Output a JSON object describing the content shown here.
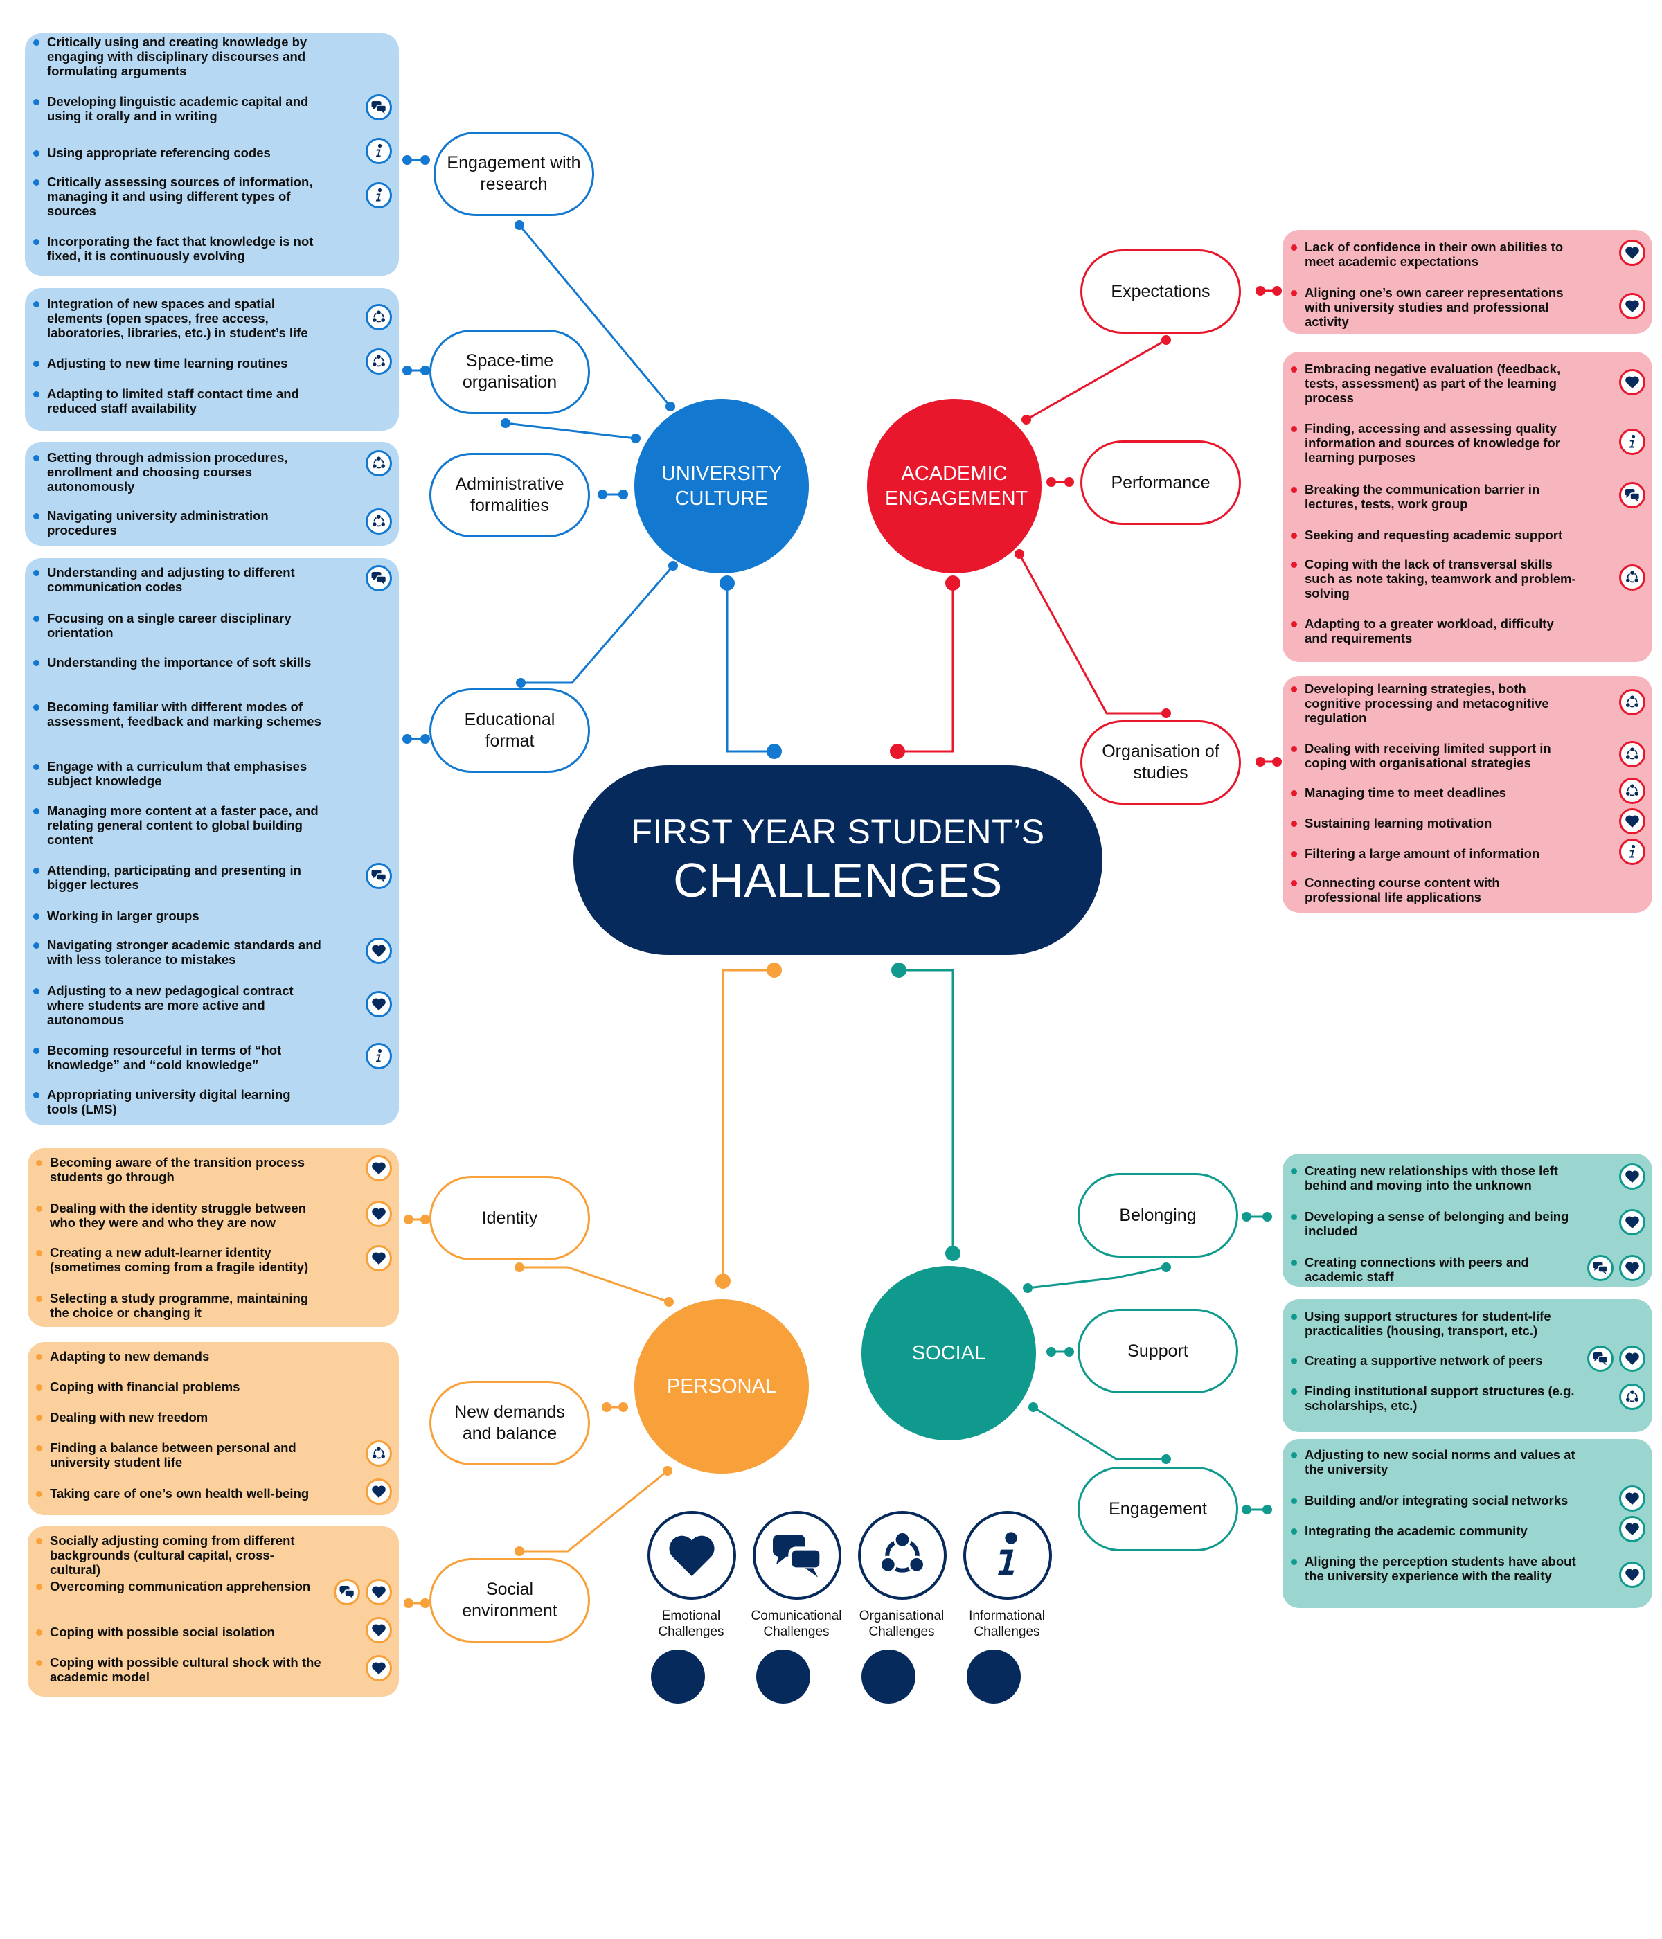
{
  "title": {
    "line1": "FIRST YEAR STUDENT’S",
    "line2": "CHALLENGES"
  },
  "colors": {
    "navy": "#062a5c",
    "university": "#1278d0",
    "university_panel": "#b6d8f2",
    "academic": "#e8172c",
    "academic_panel": "#f7b6bd",
    "personal": "#f8a03a",
    "personal_panel": "#fbd09c",
    "social": "#109a8e",
    "social_panel": "#9ad6cf"
  },
  "categories": {
    "university": {
      "label": "UNIVERSITY CULTURE",
      "subtopics": [
        {
          "label": "Engagement with research",
          "items": [
            {
              "text": "Critically using and creating knowledge by engaging with disciplinary discourses and formulating arguments",
              "icons": []
            },
            {
              "text": "Developing linguistic academic capital and using it orally and in writing",
              "icons": [
                "communicational-icon"
              ]
            },
            {
              "text": "Using appropriate referencing codes",
              "icons": [
                "informational-icon"
              ]
            },
            {
              "text": "Critically assessing sources of information, managing it and using different types of sources",
              "icons": [
                "informational-icon"
              ]
            },
            {
              "text": "Incorporating the fact that knowledge is not fixed, it is continuously evolving",
              "icons": []
            }
          ]
        },
        {
          "label": "Space-time organisation",
          "items": [
            {
              "text": "Integration of new spaces and spatial elements (open spaces, free access, laboratories, libraries, etc.) in student’s life",
              "icons": [
                "organisational-icon"
              ]
            },
            {
              "text": "Adjusting to new time learning routines",
              "icons": [
                "organisational-icon"
              ]
            },
            {
              "text": "Adapting to limited staff contact time and reduced staff availability",
              "icons": []
            }
          ]
        },
        {
          "label": "Administrative formalities",
          "items": [
            {
              "text": "Getting through admission procedures, enrollment and choosing courses autonomously",
              "icons": [
                "organisational-icon"
              ]
            },
            {
              "text": "Navigating university administration procedures",
              "icons": [
                "organisational-icon"
              ]
            }
          ]
        },
        {
          "label": "Educational format",
          "items": [
            {
              "text": "Understanding and adjusting to different communication codes",
              "icons": [
                "communicational-icon"
              ]
            },
            {
              "text": "Focusing on a single career disciplinary orientation",
              "icons": []
            },
            {
              "text": "Understanding the importance of soft skills",
              "icons": []
            },
            {
              "text": "Becoming familiar with different modes of assessment, feedback and marking schemes",
              "icons": []
            },
            {
              "text": "Engage with a curriculum that emphasises subject knowledge",
              "icons": []
            },
            {
              "text": "Managing more content at a faster pace, and relating general content to global building content",
              "icons": []
            },
            {
              "text": "Attending, participating and presenting in bigger lectures",
              "icons": [
                "communicational-icon"
              ]
            },
            {
              "text": "Working in larger groups",
              "icons": []
            },
            {
              "text": "Navigating stronger academic standards and with less tolerance to mistakes",
              "icons": [
                "emotional-icon"
              ]
            },
            {
              "text": "Adjusting to a new pedagogical contract where students are more active and autonomous",
              "icons": [
                "emotional-icon"
              ]
            },
            {
              "text": "Becoming resourceful in terms of “hot knowledge” and “cold knowledge”",
              "icons": [
                "informational-icon"
              ]
            },
            {
              "text": "Appropriating university digital learning tools (LMS)",
              "icons": []
            }
          ]
        }
      ]
    },
    "academic": {
      "label": "ACADEMIC ENGAGEMENT",
      "subtopics": [
        {
          "label": "Expectations",
          "items": [
            {
              "text": "Lack of confidence in their own abilities to meet academic expectations",
              "icons": [
                "emotional-icon"
              ]
            },
            {
              "text": "Aligning one’s own career representations with university studies and professional activity",
              "icons": [
                "emotional-icon"
              ]
            }
          ]
        },
        {
          "label": "Performance",
          "items": [
            {
              "text": "Embracing negative evaluation (feedback, tests, assessment) as part of the learning process",
              "icons": [
                "emotional-icon"
              ]
            },
            {
              "text": "Finding, accessing and assessing quality information and sources of knowledge for learning purposes",
              "icons": [
                "informational-icon"
              ]
            },
            {
              "text": "Breaking the communication barrier in lectures, tests, work group",
              "icons": [
                "communicational-icon"
              ]
            },
            {
              "text": "Seeking and requesting academic support",
              "icons": []
            },
            {
              "text": "Coping with the lack of transversal skills such as note taking, teamwork and problem-solving",
              "icons": [
                "organisational-icon"
              ]
            },
            {
              "text": "Adapting to a greater workload, difficulty and requirements",
              "icons": []
            }
          ]
        },
        {
          "label": "Organisation of studies",
          "items": [
            {
              "text": "Developing learning strategies, both cognitive processing and metacognitive regulation",
              "icons": [
                "organisational-icon"
              ]
            },
            {
              "text": "Dealing with receiving limited support in coping with organisational strategies",
              "icons": [
                "organisational-icon"
              ]
            },
            {
              "text": "Managing time to meet deadlines",
              "icons": [
                "organisational-icon"
              ]
            },
            {
              "text": "Sustaining learning motivation",
              "icons": [
                "emotional-icon"
              ]
            },
            {
              "text": "Filtering a large amount of information",
              "icons": [
                "informational-icon"
              ]
            },
            {
              "text": "Connecting course content with professional life applications",
              "icons": []
            }
          ]
        }
      ]
    },
    "personal": {
      "label": "PERSONAL",
      "subtopics": [
        {
          "label": "Identity",
          "items": [
            {
              "text": "Becoming aware of the transition process students go through",
              "icons": [
                "emotional-icon"
              ]
            },
            {
              "text": "Dealing with the identity struggle between who they were and who they are now",
              "icons": [
                "emotional-icon"
              ]
            },
            {
              "text": "Creating a new adult-learner identity (sometimes coming from a fragile identity)",
              "icons": [
                "emotional-icon"
              ]
            },
            {
              "text": "Selecting a study programme, maintaining the choice or changing it",
              "icons": []
            }
          ]
        },
        {
          "label": "New demands and balance",
          "items": [
            {
              "text": "Adapting to new demands",
              "icons": []
            },
            {
              "text": "Coping with financial problems",
              "icons": []
            },
            {
              "text": "Dealing with new freedom",
              "icons": []
            },
            {
              "text": "Finding a balance between personal and university student life",
              "icons": [
                "organisational-icon"
              ]
            },
            {
              "text": "Taking care of one’s own health well-being",
              "icons": [
                "emotional-icon"
              ]
            }
          ]
        },
        {
          "label": "Social environment",
          "items": [
            {
              "text": "Socially adjusting coming from different backgrounds (cultural capital, cross-cultural)",
              "icons": []
            },
            {
              "text": "Overcoming communication apprehension",
              "icons": [
                "communicational-icon",
                "emotional-icon"
              ]
            },
            {
              "text": "Coping with possible social isolation",
              "icons": [
                "emotional-icon"
              ]
            },
            {
              "text": "Coping with possible cultural shock with the academic model",
              "icons": [
                "emotional-icon"
              ]
            }
          ]
        }
      ]
    },
    "social": {
      "label": "SOCIAL",
      "subtopics": [
        {
          "label": "Belonging",
          "items": [
            {
              "text": "Creating new relationships with those left behind and moving into the unknown",
              "icons": [
                "emotional-icon"
              ]
            },
            {
              "text": "Developing a sense of belonging and being included",
              "icons": [
                "emotional-icon"
              ]
            },
            {
              "text": "Creating connections with peers and academic staff",
              "icons": [
                "communicational-icon",
                "emotional-icon"
              ]
            }
          ]
        },
        {
          "label": "Support",
          "items": [
            {
              "text": "Using support structures for student-life practicalities (housing, transport, etc.)",
              "icons": []
            },
            {
              "text": "Creating a supportive network of peers",
              "icons": [
                "communicational-icon",
                "emotional-icon"
              ]
            },
            {
              "text": "Finding institutional support structures (e.g. scholarships, etc.)",
              "icons": [
                "organisational-icon"
              ]
            }
          ]
        },
        {
          "label": "Engagement",
          "items": [
            {
              "text": "Adjusting to new social norms and values at the university",
              "icons": []
            },
            {
              "text": "Building and/or integrating social networks",
              "icons": [
                "emotional-icon"
              ]
            },
            {
              "text": "Integrating the academic community",
              "icons": [
                "emotional-icon"
              ]
            },
            {
              "text": "Aligning the perception students have about the university experience with the reality",
              "icons": [
                "emotional-icon"
              ]
            }
          ]
        }
      ]
    }
  },
  "legend": [
    {
      "label": "Emotional Challenges",
      "icon": "emotional-icon"
    },
    {
      "label": "Comunicational Challenges",
      "icon": "communicational-icon"
    },
    {
      "label": "Organisational Challenges",
      "icon": "organisational-icon"
    },
    {
      "label": "Informational Challenges",
      "icon": "informational-icon"
    }
  ]
}
